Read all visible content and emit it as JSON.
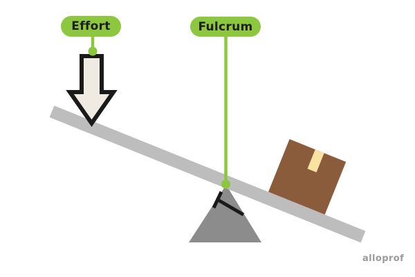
{
  "labels": {
    "effort": "Effort",
    "fulcrum": "Fulcrum"
  },
  "watermark": "alloprof",
  "diagram_parts": {
    "arrow": "effort-down-arrow",
    "plank": "lever-plank",
    "triangle": "fulcrum-triangle",
    "box": "load-box"
  },
  "colors": {
    "background": "#FFFFFF",
    "accent_green": "#8DC63F",
    "label_text": "#1E1E1E",
    "plank_gray": "#BDBDBD",
    "fulcrum_gray": "#8C8C8C",
    "arrow_fill": "#EFEBE3",
    "outline_black": "#1A1A1A",
    "box_brown": "#8B5C3C",
    "tape_cream": "#F9E3A2",
    "watermark_gray": "#9B9B9B"
  }
}
